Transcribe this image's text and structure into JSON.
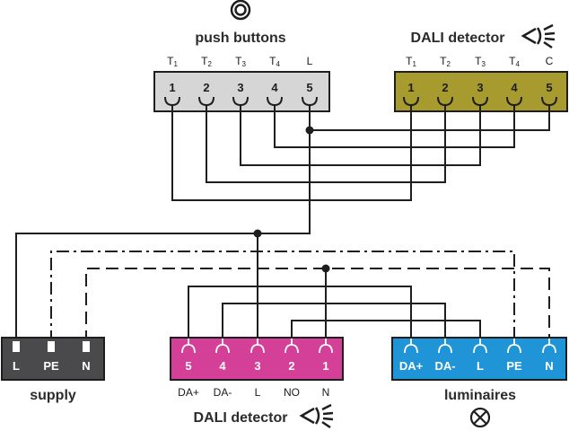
{
  "diagram": {
    "push_buttons": {
      "title": "push buttons",
      "icon": "push-button-icon",
      "color": "#d6d6d6",
      "labels": [
        "T1",
        "T2",
        "T3",
        "T4",
        "L"
      ],
      "terminals": [
        "1",
        "2",
        "3",
        "4",
        "5"
      ]
    },
    "dali_detector_top": {
      "title": "DALI detector",
      "icon": "detector-icon",
      "color": "#a79a2e",
      "labels": [
        "T1",
        "T2",
        "T3",
        "T4",
        "C"
      ],
      "terminals": [
        "1",
        "2",
        "3",
        "4",
        "5"
      ]
    },
    "supply": {
      "title": "supply",
      "color": "#4a4a4c",
      "terminals": [
        "L",
        "PE",
        "N"
      ]
    },
    "dali_detector_bottom": {
      "title": "DALI detector",
      "icon": "detector-icon",
      "color": "#d43f98",
      "terminals": [
        "5",
        "4",
        "3",
        "2",
        "1"
      ],
      "labels": [
        "DA+",
        "DA-",
        "L",
        "NO",
        "N"
      ]
    },
    "luminaires": {
      "title": "luminaires",
      "icon": "lamp-icon",
      "color": "#1f94d6",
      "terminals": [
        "DA+",
        "DA-",
        "L",
        "PE",
        "N"
      ]
    }
  }
}
